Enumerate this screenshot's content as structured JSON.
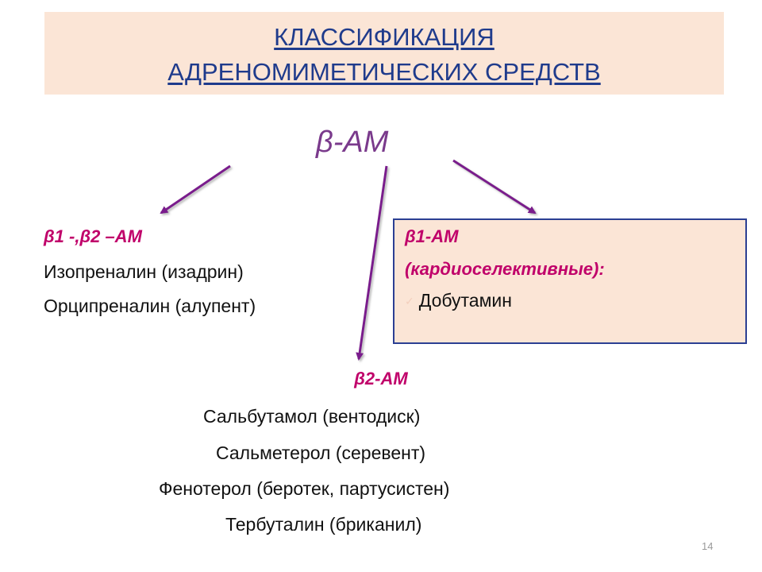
{
  "title": {
    "line1": "КЛАССИФИКАЦИЯ",
    "line2": "АДРЕНОМИМЕТИЧЕСКИХ СРЕДСТВ"
  },
  "root": {
    "label": "β-АМ"
  },
  "left_group": {
    "heading": "β1 -,β2 –АМ",
    "items": [
      "Изопреналин (изадрин)",
      "Орципреналин (алупент)"
    ]
  },
  "right_group": {
    "heading_line1": "β1-АМ",
    "heading_line2": "(кардиоселективные):",
    "items": [
      "Добутамин"
    ]
  },
  "center_group": {
    "heading": "β2-АМ",
    "items": [
      "Сальбутамол (вентодиск)",
      "Сальметерол (серевент)",
      "Фенотерол (беротек, партусистен)",
      "Тербуталин (бриканил)"
    ]
  },
  "colors": {
    "title_band": "#fbe5d6",
    "title_text": "#1f3b8c",
    "root_text": "#7a3a8c",
    "group_heading": "#c0006a",
    "arrow": "#7a1f8c",
    "box_border": "#2b3f93"
  },
  "page_number": "14"
}
